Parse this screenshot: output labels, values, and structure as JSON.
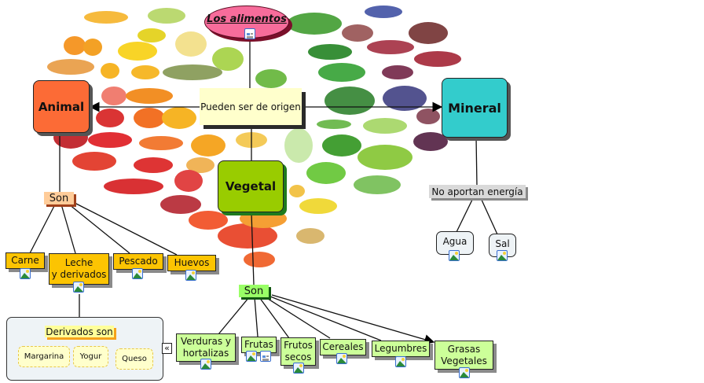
{
  "title": {
    "label": "Los alimentos",
    "icon": "document-icon"
  },
  "hub": {
    "label": "Pueden ser de origen"
  },
  "categories": {
    "animal": {
      "label": "Animal",
      "color": "#fc6b36",
      "linker": "Son",
      "linker_color": "#ffcc99"
    },
    "vegetal": {
      "label": "Vegetal",
      "color": "#99cc00",
      "linker": "Son",
      "linker_color": "#99ff66"
    },
    "mineral": {
      "label": "Mineral",
      "color": "#33cccc",
      "linker": "No aportan energía",
      "linker_color": "#d9d9d9"
    }
  },
  "animal_items": [
    {
      "label": "Carne",
      "icons": [
        "image-icon"
      ]
    },
    {
      "label": "Leche\ny derivados",
      "icons": [
        "image-icon"
      ]
    },
    {
      "label": "Pescado",
      "icons": [
        "image-icon"
      ]
    },
    {
      "label": "Huevos",
      "icons": [
        "image-icon"
      ]
    }
  ],
  "derivados": {
    "label": "Derivados son",
    "items": [
      "Margarina",
      "Yogur",
      "Queso"
    ],
    "collapse_label": "«"
  },
  "vegetal_items": [
    {
      "label": "Verduras y\nhortalizas",
      "icons": [
        "image-icon"
      ]
    },
    {
      "label": "Frutas",
      "icons": [
        "image-icon",
        "document-icon"
      ]
    },
    {
      "label": "Frutos\nsecos",
      "icons": [
        "image-icon"
      ]
    },
    {
      "label": "Cereales",
      "icons": [
        "image-icon"
      ]
    },
    {
      "label": "Legumbres",
      "icons": [
        "image-icon"
      ]
    },
    {
      "label": "Grasas\nVegetales",
      "icons": [
        "image-icon"
      ]
    }
  ],
  "mineral_items": [
    {
      "label": "Agua",
      "icons": [
        "image-icon"
      ]
    },
    {
      "label": "Sal",
      "icons": [
        "image-icon"
      ]
    }
  ],
  "colors": {
    "title_fill": "#f76c9b",
    "hub_fill": "#ffffcc",
    "leaf_yellow": "#fcc402",
    "leaf_green": "#ccff99",
    "derivados_panel": "#eef3f6",
    "derivados_leaf": "#ffffcc",
    "mineral_leaf": "#eef3f6"
  }
}
